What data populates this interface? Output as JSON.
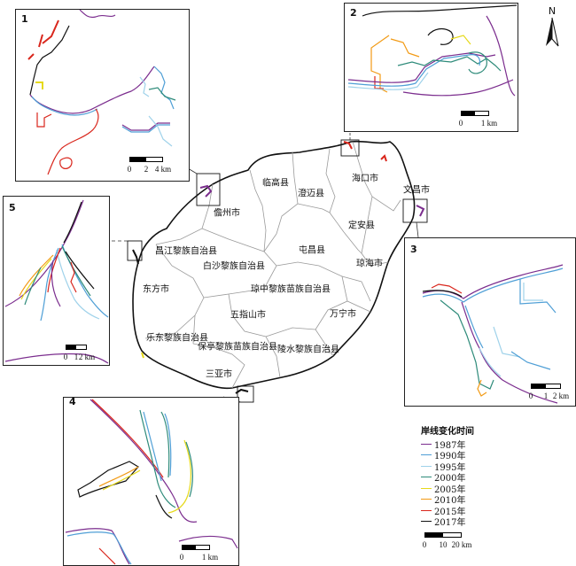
{
  "north": {
    "label": "N"
  },
  "insets": [
    {
      "id": "1",
      "label": "1",
      "scale": {
        "ticks": [
          "0",
          "2",
          "4 km"
        ]
      }
    },
    {
      "id": "2",
      "label": "2",
      "scale": {
        "ticks": [
          "0",
          "1 km"
        ]
      }
    },
    {
      "id": "3",
      "label": "3",
      "scale": {
        "ticks": [
          "0",
          "1",
          "2 km"
        ]
      }
    },
    {
      "id": "4",
      "label": "4",
      "scale": {
        "ticks": [
          "0",
          "1 km"
        ]
      }
    },
    {
      "id": "5",
      "label": "5",
      "scale": {
        "ticks": [
          "0",
          "1",
          "2 km"
        ]
      }
    }
  ],
  "counties": [
    {
      "id": "lingao",
      "name": "临高县"
    },
    {
      "id": "chengmai",
      "name": "澄迈县"
    },
    {
      "id": "haikou",
      "name": "海口市"
    },
    {
      "id": "wenchang",
      "name": "文昌市"
    },
    {
      "id": "danzhou",
      "name": "儋州市"
    },
    {
      "id": "dingan",
      "name": "定安县"
    },
    {
      "id": "changjiang",
      "name": "昌江黎族自治县"
    },
    {
      "id": "baisha",
      "name": "白沙黎族自治县"
    },
    {
      "id": "tunchang",
      "name": "屯昌县"
    },
    {
      "id": "qionghai",
      "name": "琼海市"
    },
    {
      "id": "dongfang",
      "name": "东方市"
    },
    {
      "id": "qiongzhong",
      "name": "琼中黎族苗族自治县"
    },
    {
      "id": "wuzhishan",
      "name": "五指山市"
    },
    {
      "id": "wanning",
      "name": "万宁市"
    },
    {
      "id": "ledong",
      "name": "乐东黎族自治县"
    },
    {
      "id": "baoting",
      "name": "保亭黎族苗族自治县"
    },
    {
      "id": "lingshui",
      "name": "陵水黎族自治县"
    },
    {
      "id": "sanya",
      "name": "三亚市"
    }
  ],
  "main_scale": {
    "ticks": [
      "0",
      "10",
      "20 km"
    ]
  },
  "legend": {
    "title": "岸线变化时间",
    "items": [
      {
        "label": "1987年",
        "color": "#7b2d8e"
      },
      {
        "label": "1990年",
        "color": "#4f9fd6"
      },
      {
        "label": "1995年",
        "color": "#9fd2ea"
      },
      {
        "label": "2000年",
        "color": "#2e8b7a"
      },
      {
        "label": "2005年",
        "color": "#e6d91a"
      },
      {
        "label": "2010年",
        "color": "#f29a14"
      },
      {
        "label": "2015年",
        "color": "#d9261c"
      },
      {
        "label": "2017年",
        "color": "#111111"
      }
    ]
  }
}
